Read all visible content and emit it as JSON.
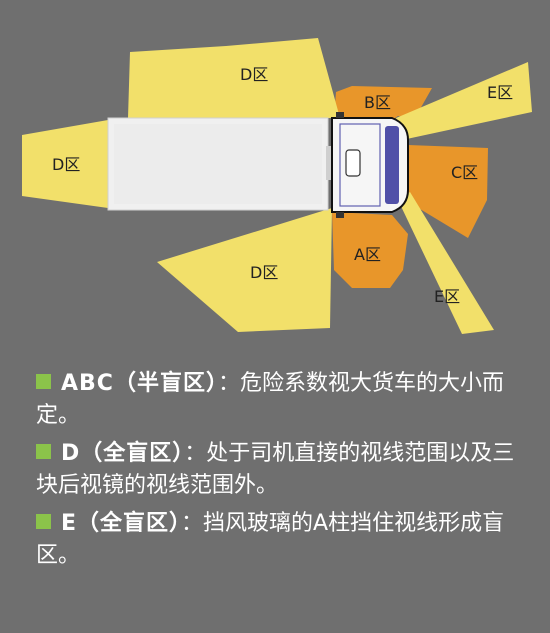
{
  "colors": {
    "background": "#6f6f6f",
    "zone_d_e": "#f2e06a",
    "zone_abc": "#e8962a",
    "bullet": "#8bc34a",
    "text": "#ffffff"
  },
  "zones": {
    "d_top": "D区",
    "d_left": "D区",
    "d_bottom": "D区",
    "b": "B区",
    "c": "C区",
    "a": "A区",
    "e_top": "E区",
    "e_bottom": "E区"
  },
  "legend": [
    {
      "term": "ABC（半盲区）",
      "separator": "：",
      "description": "危险系数视大货车的大小而定。"
    },
    {
      "term": "D（全盲区）",
      "separator": "：",
      "description": "处于司机直接的视线范围以及三块后视镜的视线范围外。"
    },
    {
      "term": "E（全盲区）",
      "separator": "：",
      "description": "挡风玻璃的A柱挡住视线形成盲区。"
    }
  ]
}
